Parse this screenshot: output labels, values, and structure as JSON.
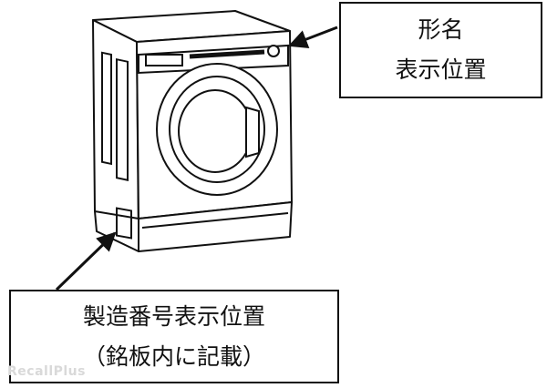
{
  "model_label": {
    "line1": "形名",
    "line2": "表示位置"
  },
  "serial_label": {
    "line1": "製造番号表示位置",
    "line2": "（銘板内に記載）"
  },
  "watermark": "RecallPlus",
  "colors": {
    "line": "#111111",
    "background": "#ffffff",
    "watermark": "#d9d9d9"
  }
}
